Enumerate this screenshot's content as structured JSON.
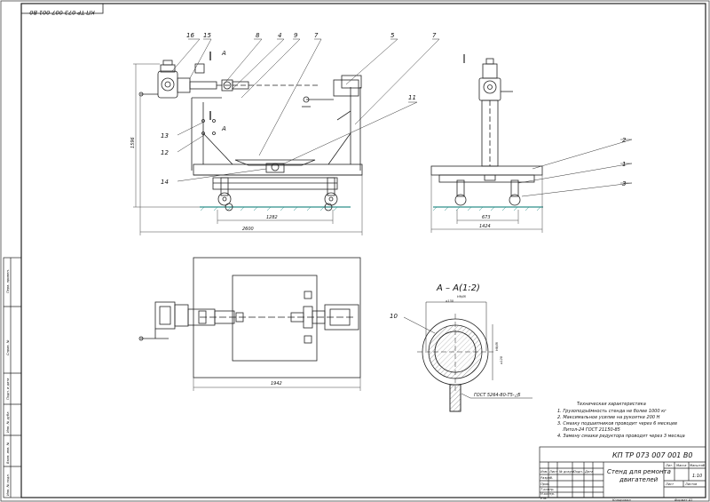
{
  "document": {
    "stamp_top": "КП ТР 073 007 001 В0",
    "code": "КП ТР 073 007 001 В0",
    "title_line1": "Стенд для ремонта",
    "title_line2": "двигателей",
    "scale": "1:10",
    "copied": "Копировал",
    "format": "Формат А1"
  },
  "title_block_headers": {
    "lit": "Лит.",
    "mass": "Масса",
    "scale": "Масштаб",
    "sheet": "Лист",
    "sheets": "Листов",
    "change": "Изм.",
    "sheet_col": "Лист",
    "doc_no": "№ докум.",
    "signature": "Подп.",
    "date": "Дата",
    "developed": "Разраб.",
    "checked": "Пров.",
    "tech_control": "Т.контр.",
    "norm_control": "Н.контр.",
    "approved": "Утв."
  },
  "side_stamp": {
    "perv_primen": "Перв. примен.",
    "sprav": "Справ. №",
    "podp_data": "Подп. и дата",
    "inv_dubl": "Инв. № дубл.",
    "vzam_inv": "Взам. инв. №",
    "inv_podl": "Инв. № подл."
  },
  "callouts": {
    "c16": "16",
    "c15": "15",
    "c8": "8",
    "c4": "4",
    "c9": "9",
    "c7a": "7",
    "c5": "5",
    "c7b": "7",
    "c11": "11",
    "c13": "13",
    "c12": "12",
    "c14": "14",
    "c2": "2",
    "c1": "1",
    "c3": "3",
    "c10": "10",
    "section_a_top": "А",
    "section_a_bottom": "А"
  },
  "dimensions": {
    "height": "1596",
    "wheelbase": "1282",
    "overall_length": "2600",
    "side_track": "673",
    "side_width": "1424",
    "plan_width": "1942",
    "hole_dia": "⌀130",
    "hole_fit": "Н9/f8",
    "shaft_dia": "⌀120",
    "shaft_fit": "Н8/f8"
  },
  "section": {
    "title": "А – А(1:2)",
    "standard": "ГОСТ 5264-80-Т5-◿5"
  },
  "notes": {
    "heading": "Техническая характеристика",
    "lines": [
      "1. Грузоподъёмность стенда не более 1000 кг",
      "2. Максимальное усилие на рукоятке 200 Н",
      "3. Смазку подшипников проводит через 6 месяцев",
      "Литол-24 ГОСТ 21150-85",
      "4. Замену смазки редуктора проводят через 3 месяца"
    ]
  },
  "colors": {
    "line": "#222222",
    "floor": "#2f8f8a",
    "hatch": "#555555"
  }
}
